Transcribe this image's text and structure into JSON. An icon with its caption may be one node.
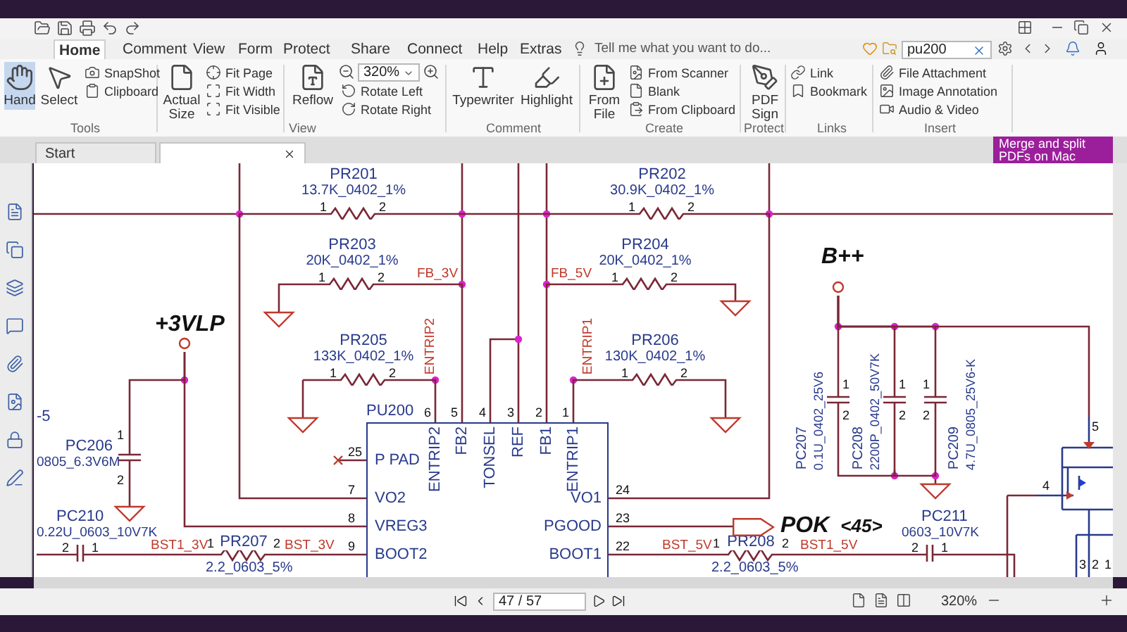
{
  "diagram": {
    "nodes": [
      {
        "text": [
          "PR201",
          "13.7K_0402_1%",
          "1",
          "2"
        ]
      },
      {
        "text": [
          "PR202",
          "30.9K_0402_1%",
          "1",
          "2"
        ]
      },
      {
        "text": [
          "PR203",
          "20K_0402_1%",
          "1",
          "2"
        ]
      },
      {
        "text": [
          "PR204",
          "20K_0402_1%",
          "1",
          "2"
        ]
      },
      {
        "text": [
          "+3VLP"
        ]
      },
      {
        "text": [
          "PR205",
          "133K_0402_1%",
          "1",
          "2"
        ]
      },
      {
        "text": [
          "PR206",
          "130K_0402_1%",
          "1",
          "2"
        ]
      },
      {
        "text": [
          "B++"
        ]
      },
      {
        "text": [
          "PC207",
          "0.1U_0402_25V6",
          "1",
          "2"
        ]
      },
      {
        "text": [
          "PC208",
          "2200P_0402_50V7K",
          "1",
          "2"
        ]
      },
      {
        "text": [
          "PC209",
          "4.7U_0805_25V6-K",
          "1",
          "2"
        ]
      },
      {
        "text": [
          "PC206",
          "0805_6.3V6M",
          "1",
          "2"
        ]
      },
      {
        "text": [
          "PU200",
          "ENTRIP2",
          "FB2",
          "TONSEL",
          "REF",
          "FB1",
          "ENTRIP1",
          "P PAD",
          "VO2",
          "VREG3",
          "BOOT2",
          "VO1",
          "PGOOD",
          "BOOT1",
          "6",
          "5",
          "4",
          "3",
          "2",
          "1",
          "25",
          "7",
          "8",
          "9",
          "24",
          "23",
          "22"
        ]
      },
      {
        "text": [
          "PC210",
          "0.22U_0603_10V7K",
          "2",
          "1"
        ]
      },
      {
        "text": [
          "1",
          "PR207",
          "2",
          "2.2_0603_5%"
        ]
      },
      {
        "text": [
          "1",
          "PR208",
          "2",
          "2.2_0603_5%"
        ]
      },
      {
        "text": [
          "POK",
          "<45>"
        ]
      },
      {
        "text": [
          "PC211",
          "0603_10V7K",
          "2",
          "1"
        ]
      },
      {
        "text": [
          "5",
          "4",
          "3",
          "2",
          "1"
        ]
      }
    ],
    "edges": [
      {
        "from": 2,
        "to": 12,
        "arrow": "none",
        "label": "FB_3V"
      },
      {
        "from": 5,
        "to": 12,
        "arrow": "none",
        "label": "ENTRIP2"
      },
      {
        "from": 3,
        "to": 12,
        "arrow": "none",
        "label": "FB_5V"
      },
      {
        "from": 6,
        "to": 12,
        "arrow": "none",
        "label": "ENTRIP1"
      },
      {
        "from": 4,
        "to": 12,
        "arrow": "none"
      },
      {
        "from": 4,
        "to": 11,
        "arrow": "none"
      },
      {
        "from": 13,
        "to": 14,
        "arrow": "none",
        "label": "BST1_3V"
      },
      {
        "from": 14,
        "to": 12,
        "arrow": "none",
        "label": "BST_3V"
      },
      {
        "from": 12,
        "to": 15,
        "arrow": "none",
        "label": "BST_5V"
      },
      {
        "from": 15,
        "to": 17,
        "arrow": "none",
        "label": "BST1_5V"
      },
      {
        "from": 12,
        "to": 16,
        "arrow": "none"
      },
      {
        "from": 7,
        "to": 8,
        "arrow": "none"
      },
      {
        "from": 7,
        "to": 9,
        "arrow": "none"
      },
      {
        "from": 7,
        "to": 10,
        "arrow": "none"
      },
      {
        "from": 7,
        "to": 18,
        "arrow": "none"
      },
      {
        "from": 0,
        "to": 1,
        "arrow": "none"
      },
      {
        "from": 0,
        "to": 12,
        "arrow": "none"
      },
      {
        "from": 1,
        "to": 12,
        "arrow": "none"
      },
      {
        "from": 8,
        "to": 9,
        "arrow": "none"
      },
      {
        "from": 9,
        "to": 10,
        "arrow": "none"
      }
    ],
    "labels": [
      "Home",
      "Comment",
      "View",
      "Form",
      "Protect",
      "Share",
      "Connect",
      "Help",
      "Extras",
      "Tell me what you want to do...",
      "pu200",
      "Hand",
      "Select",
      "SnapShot",
      "Clipboard",
      "Tools",
      "Actual Size",
      "Fit Page",
      "Fit Width",
      "Fit Visible",
      "Reflow",
      "320%",
      "Rotate Left",
      "Rotate Right",
      "View",
      "Typewriter",
      "Highlight",
      "Comment",
      "From File",
      "From Scanner",
      "Blank",
      "From Clipboard",
      "Create",
      "PDF Sign",
      "Protect",
      "Link",
      "Bookmark",
      "Links",
      "File Attachment",
      "Image Annotation",
      "Audio & Video",
      "Insert",
      "Start",
      "Merge and split PDFs on Mac",
      "-5",
      "47 / 57",
      "320%"
    ]
  }
}
